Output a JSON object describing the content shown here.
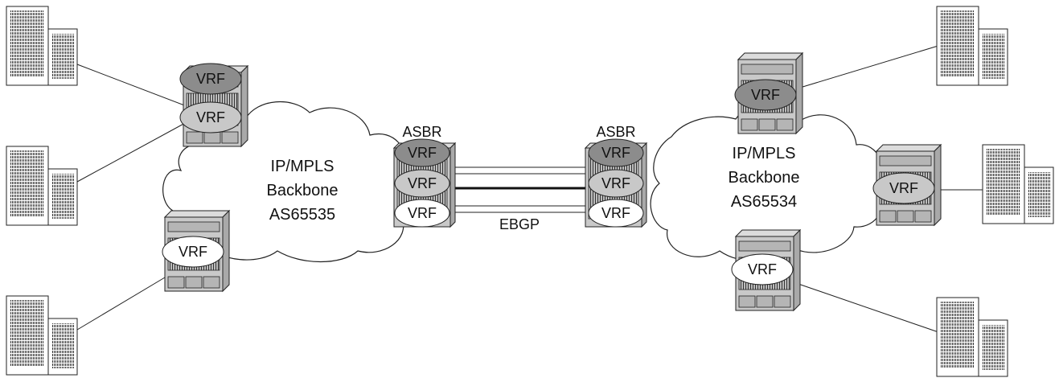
{
  "left_network": {
    "cloud_line1": "IP/MPLS",
    "cloud_line2": "Backbone",
    "cloud_line3": "AS65535"
  },
  "right_network": {
    "cloud_line1": "IP/MPLS",
    "cloud_line2": "Backbone",
    "cloud_line3": "AS65534"
  },
  "asbr_left_label": "ASBR",
  "asbr_right_label": "ASBR",
  "ebgp_label": "EBGP",
  "vrf_label": "VRF",
  "colors": {
    "vrf_dark": "#8c8c8c",
    "vrf_light": "#c8c8c8",
    "vrf_white": "#ffffff",
    "router_body": "#c9c9c9",
    "router_side": "#a9a9a9",
    "outline": "#222222"
  },
  "icons": [
    "building-icon",
    "router-icon",
    "cloud-icon"
  ]
}
